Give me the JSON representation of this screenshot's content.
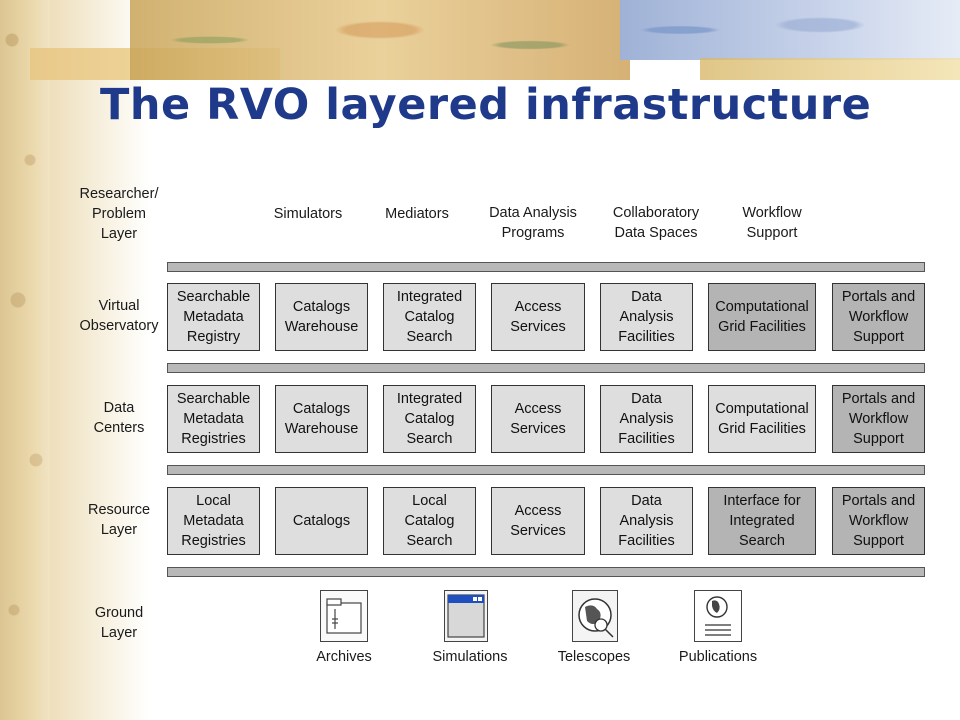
{
  "title": "The RVO layered infrastructure",
  "researcher_layer": {
    "label": [
      "Researcher/",
      "Problem",
      "Layer"
    ],
    "tools": [
      {
        "lines": [
          "Simulators"
        ]
      },
      {
        "lines": [
          "Mediators"
        ]
      },
      {
        "lines": [
          "Data Analysis",
          "Programs"
        ]
      },
      {
        "lines": [
          "Collaboratory",
          "Data Spaces"
        ]
      },
      {
        "lines": [
          "Workflow",
          "Support"
        ]
      }
    ]
  },
  "layers": [
    {
      "label": [
        "Virtual",
        "Observatory"
      ],
      "boxes": [
        {
          "lines": [
            "Searchable",
            "Metadata",
            "Registry"
          ],
          "shade": "light"
        },
        {
          "lines": [
            "Catalogs",
            "Warehouse"
          ],
          "shade": "light"
        },
        {
          "lines": [
            "Integrated",
            "Catalog",
            "Search"
          ],
          "shade": "light"
        },
        {
          "lines": [
            "Access",
            "Services"
          ],
          "shade": "light"
        },
        {
          "lines": [
            "Data",
            "Analysis",
            "Facilities"
          ],
          "shade": "light"
        },
        {
          "lines": [
            "Computational",
            "Grid Facilities"
          ],
          "shade": "dark"
        },
        {
          "lines": [
            "Portals and",
            "Workflow",
            "Support"
          ],
          "shade": "dark"
        }
      ]
    },
    {
      "label": [
        "Data",
        "Centers"
      ],
      "boxes": [
        {
          "lines": [
            "Searchable",
            "Metadata",
            "Registries"
          ],
          "shade": "light"
        },
        {
          "lines": [
            "Catalogs",
            "Warehouse"
          ],
          "shade": "light"
        },
        {
          "lines": [
            "Integrated",
            "Catalog",
            "Search"
          ],
          "shade": "light"
        },
        {
          "lines": [
            "Access",
            "Services"
          ],
          "shade": "light"
        },
        {
          "lines": [
            "Data",
            "Analysis",
            "Facilities"
          ],
          "shade": "light"
        },
        {
          "lines": [
            "Computational",
            "Grid Facilities"
          ],
          "shade": "light"
        },
        {
          "lines": [
            "Portals and",
            "Workflow",
            "Support"
          ],
          "shade": "dark"
        }
      ]
    },
    {
      "label": [
        "Resource",
        "Layer"
      ],
      "boxes": [
        {
          "lines": [
            "Local",
            "Metadata",
            "Registries"
          ],
          "shade": "light"
        },
        {
          "lines": [
            "Catalogs"
          ],
          "shade": "light"
        },
        {
          "lines": [
            "Local",
            "Catalog",
            "Search"
          ],
          "shade": "light"
        },
        {
          "lines": [
            "Access",
            "Services"
          ],
          "shade": "light"
        },
        {
          "lines": [
            "Data",
            "Analysis",
            "Facilities"
          ],
          "shade": "light"
        },
        {
          "lines": [
            "Interface for",
            "Integrated",
            "Search"
          ],
          "shade": "dark"
        },
        {
          "lines": [
            "Portals and",
            "Workflow",
            "Support"
          ],
          "shade": "dark"
        }
      ]
    }
  ],
  "ground_layer": {
    "label": [
      "Ground",
      "Layer"
    ],
    "items": [
      {
        "label": "Archives",
        "icon": "archive-icon"
      },
      {
        "label": "Simulations",
        "icon": "simulation-window-icon"
      },
      {
        "label": "Telescopes",
        "icon": "globe-telescope-icon"
      },
      {
        "label": "Publications",
        "icon": "globe-document-icon"
      }
    ]
  }
}
